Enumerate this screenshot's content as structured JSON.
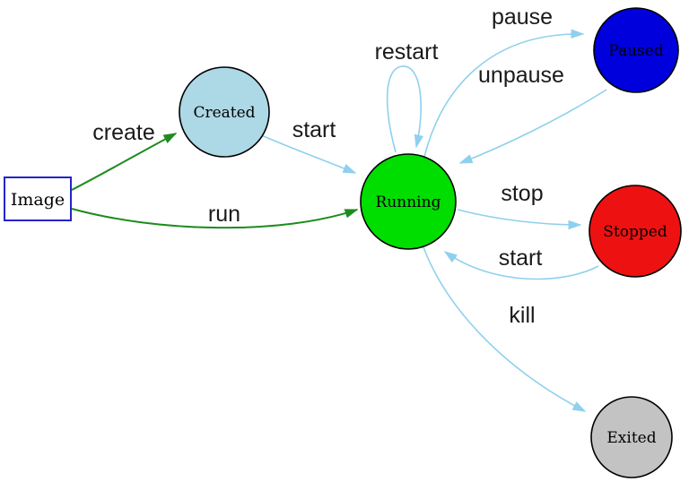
{
  "diagram": {
    "name": "container-lifecycle-state-diagram",
    "background": "#FFFFFF"
  },
  "colors": {
    "edge_green": "#1E8B1E",
    "edge_blue": "#8FD0EE",
    "label_text": "#1A1A1A",
    "node_border": "#000000",
    "image_border": "#2323CC"
  },
  "nodes": {
    "image": {
      "label": "Image",
      "shape": "rectangle",
      "fill": "#FFFFFF",
      "border": "#2323CC"
    },
    "created": {
      "label": "Created",
      "shape": "circle",
      "fill": "#ADD8E6"
    },
    "running": {
      "label": "Running",
      "shape": "circle",
      "fill": "#00DE00"
    },
    "paused": {
      "label": "Paused",
      "shape": "circle",
      "fill": "#0000DC"
    },
    "stopped": {
      "label": "Stopped",
      "shape": "circle",
      "fill": "#EE1111"
    },
    "exited": {
      "label": "Exited",
      "shape": "circle",
      "fill": "#C3C3C3"
    }
  },
  "edges": {
    "create": {
      "label": "create",
      "from": "image",
      "to": "created",
      "color": "#1E8B1E"
    },
    "run": {
      "label": "run",
      "from": "image",
      "to": "running",
      "color": "#1E8B1E"
    },
    "start_created": {
      "label": "start",
      "from": "created",
      "to": "running",
      "color": "#8FD0EE"
    },
    "restart": {
      "label": "restart",
      "from": "running",
      "to": "running",
      "color": "#8FD0EE"
    },
    "pause": {
      "label": "pause",
      "from": "running",
      "to": "paused",
      "color": "#8FD0EE"
    },
    "unpause": {
      "label": "unpause",
      "from": "paused",
      "to": "running",
      "color": "#8FD0EE"
    },
    "stop": {
      "label": "stop",
      "from": "running",
      "to": "stopped",
      "color": "#8FD0EE"
    },
    "start_stopped": {
      "label": "start",
      "from": "stopped",
      "to": "running",
      "color": "#8FD0EE"
    },
    "kill": {
      "label": "kill",
      "from": "running",
      "to": "exited",
      "color": "#8FD0EE"
    }
  }
}
